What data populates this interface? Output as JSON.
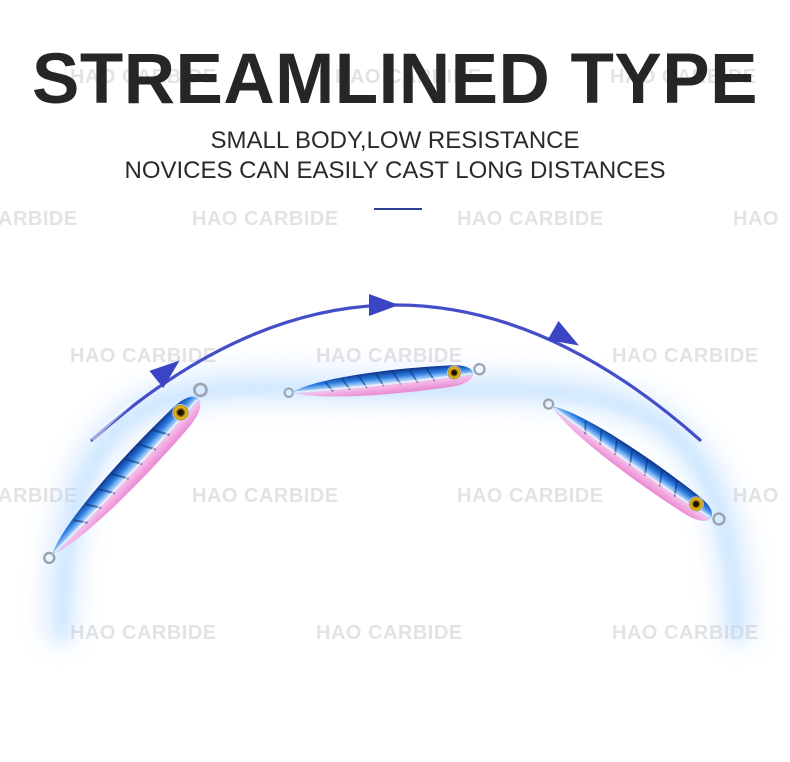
{
  "header": {
    "title": "STREAMLINED TYPE",
    "subtitle_line1": "SMALL BODY,LOW RESISTANCE",
    "subtitle_line2": "NOVICES CAN EASILY CAST LONG DISTANCES"
  },
  "watermark": {
    "text": "HAO CARBIDE",
    "text_partial_left": "ARBIDE",
    "text_partial_right": "HAO"
  },
  "colors": {
    "arc": "#3a44c4",
    "glow": "#8fc4ff",
    "lure_blue": "#1d5fc4",
    "lure_belly": "#f4a6e0",
    "title": "#262626"
  }
}
